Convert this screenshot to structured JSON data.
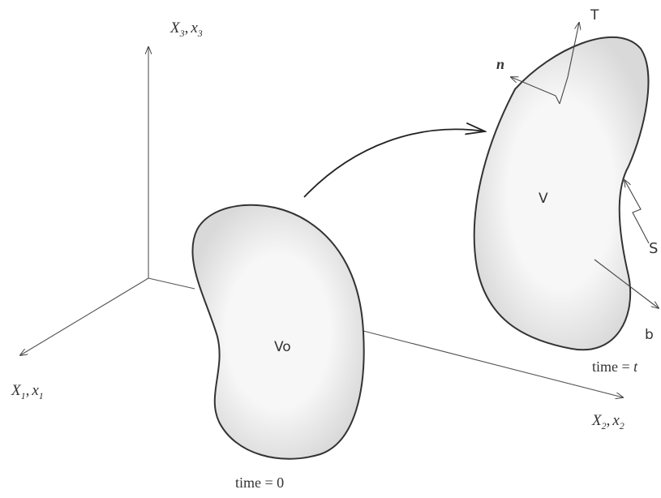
{
  "axes": {
    "x1": {
      "upper": "X",
      "lower": "x",
      "sub": "1"
    },
    "x2": {
      "upper": "X",
      "lower": "x",
      "sub": "2"
    },
    "x3": {
      "upper": "X",
      "lower": "x",
      "sub": "3"
    },
    "separator": ","
  },
  "reference": {
    "volume_label": "Vo",
    "time_prefix": "time = ",
    "time_value": "0"
  },
  "current": {
    "volume_label": "V",
    "time_prefix": "time = ",
    "time_value": "t",
    "normal_label": "n",
    "traction_label": "T",
    "surface_label": "S",
    "body_force_label": "b"
  },
  "colors": {
    "ink": "#333333",
    "fill": "#f0f0f0",
    "shade": "#dcdcdc"
  }
}
